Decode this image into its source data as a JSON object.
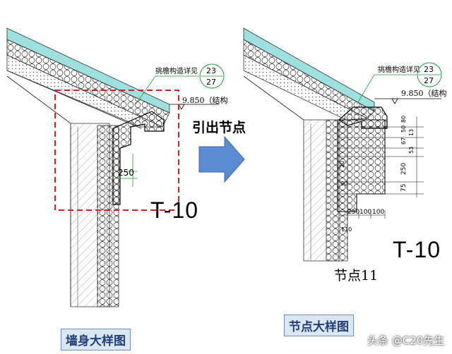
{
  "left_detail": {
    "ref_note": "挑檐构造详见",
    "ref_num_top": "23",
    "ref_num_bottom": "27",
    "elevation": "9.850（结构",
    "dim_250": "250",
    "section_id": "T-10",
    "caption": "墙身大样图"
  },
  "callout_text": "引出节点",
  "right_detail": {
    "ref_note": "挑檐构造详见",
    "ref_num_top": "23",
    "ref_num_bottom": "27",
    "elevation": "9.850（结构",
    "dims_vertical": [
      "80",
      "50",
      "67",
      "13",
      "53",
      "250",
      "75"
    ],
    "dims_horizontal": [
      "250",
      "100",
      "100"
    ],
    "dims_small": [
      "20",
      "90",
      "110"
    ],
    "section_id": "T-10",
    "node_label": "节点11",
    "caption": "节点大样图"
  },
  "watermark": "头条 @C20先生",
  "colors": {
    "highlight_border": "#d92020",
    "arrow_fill": "#5b8bd0",
    "cad_green": "#1a9e3a",
    "caption_bg": "#dce6f2"
  }
}
